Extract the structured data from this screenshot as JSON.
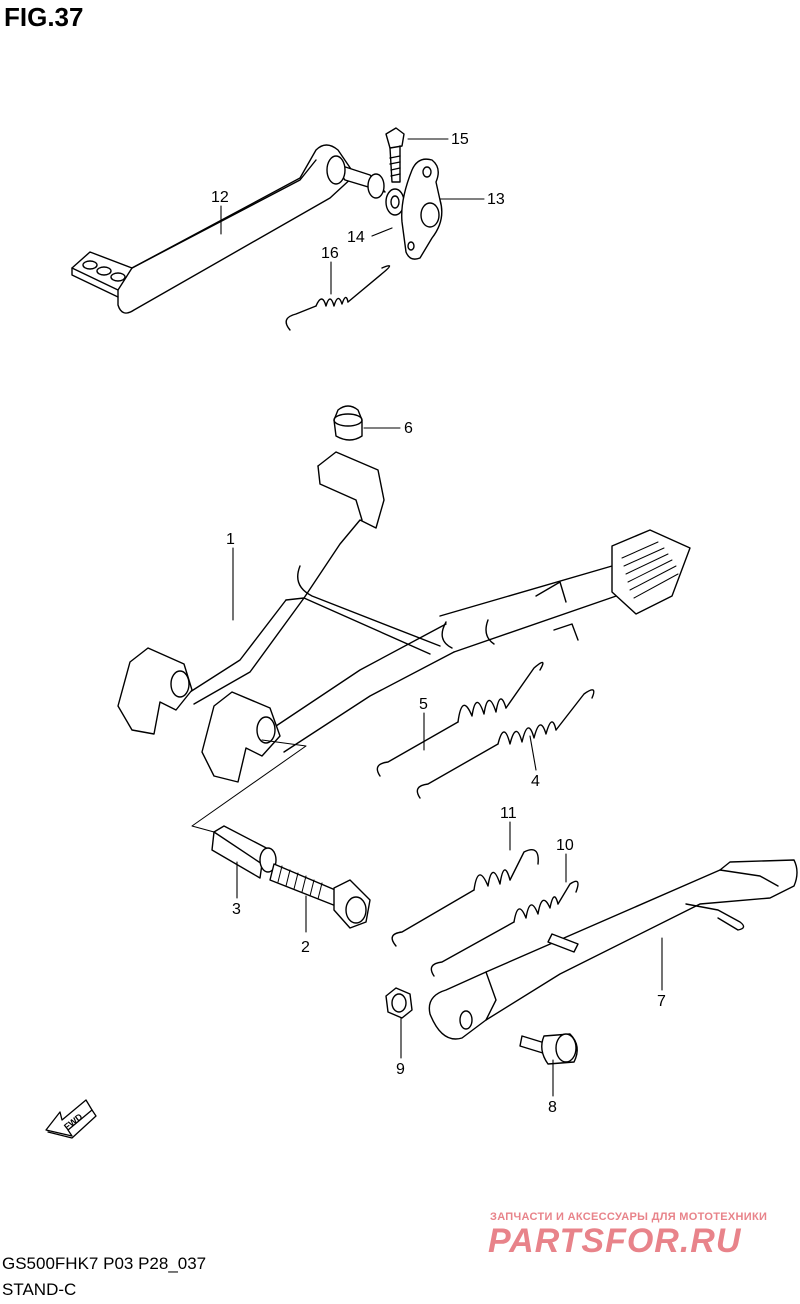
{
  "figure": {
    "title": "FIG.37"
  },
  "callouts": [
    {
      "id": "1",
      "label": "1"
    },
    {
      "id": "2",
      "label": "2"
    },
    {
      "id": "3",
      "label": "3"
    },
    {
      "id": "4",
      "label": "4"
    },
    {
      "id": "5",
      "label": "5"
    },
    {
      "id": "6",
      "label": "6"
    },
    {
      "id": "7",
      "label": "7"
    },
    {
      "id": "8",
      "label": "8"
    },
    {
      "id": "9",
      "label": "9"
    },
    {
      "id": "10",
      "label": "10"
    },
    {
      "id": "11",
      "label": "11"
    },
    {
      "id": "12",
      "label": "12"
    },
    {
      "id": "13",
      "label": "13"
    },
    {
      "id": "14",
      "label": "14"
    },
    {
      "id": "15",
      "label": "15"
    },
    {
      "id": "16",
      "label": "16"
    }
  ],
  "fwd_badge": {
    "text": "FWD"
  },
  "footer": {
    "code": "GS500FHK7 P03 P28_037",
    "name": "STAND-C"
  },
  "watermark": {
    "tagline": "ЗАПЧАСТИ И АКСЕССУАРЫ ДЛЯ МОТОТЕХНИКИ",
    "logo": "PARTSFOR.RU",
    "color": "#e8838a"
  }
}
